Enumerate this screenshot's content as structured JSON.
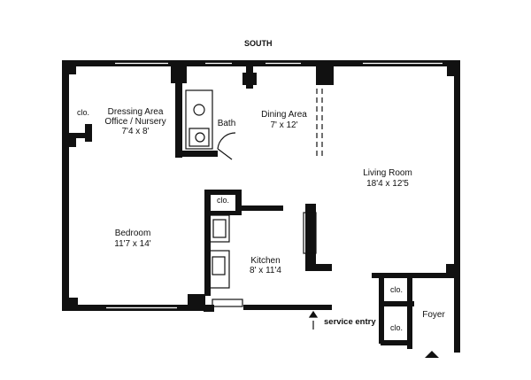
{
  "orientation_label": "SOUTH",
  "rooms": {
    "dressing": {
      "line1": "Dressing Area",
      "line2": "Office / Nursery",
      "size": "7'4 x 8'"
    },
    "bath": {
      "name": "Bath"
    },
    "dining": {
      "name": "Dining Area",
      "size": "7' x 12'"
    },
    "living": {
      "name": "Living Room",
      "size": "18'4 x 12'5"
    },
    "bedroom": {
      "name": "Bedroom",
      "size": "11'7 x 14'"
    },
    "kitchen": {
      "name": "Kitchen",
      "size": "8' x 11'4"
    },
    "foyer": {
      "name": "Foyer"
    }
  },
  "closets": {
    "left": "clo.",
    "kitchen": "clo.",
    "foyer_top": "clo.",
    "foyer_bottom": "clo."
  },
  "service_entry": "service entry",
  "colors": {
    "wall": "#111111",
    "line": "#222222",
    "paper": "#ffffff"
  }
}
